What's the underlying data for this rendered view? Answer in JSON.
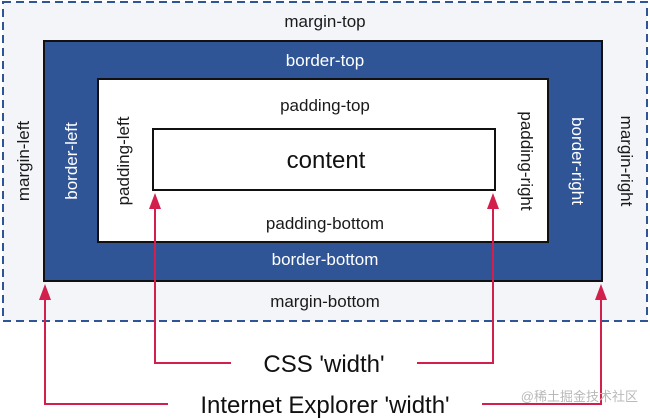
{
  "colors": {
    "border_fill": "#2f5597",
    "margin_fill": "#f3f5f8",
    "margin_dash": "#2f5597",
    "arrow": "#d21f4c",
    "watermark": "#b9b9b9"
  },
  "labels": {
    "margin_top": "margin-top",
    "margin_bottom": "margin-bottom",
    "margin_left": "margin-left",
    "margin_right": "margin-right",
    "border_top": "border-top",
    "border_bottom": "border-bottom",
    "border_left": "border-left",
    "border_right": "border-right",
    "padding_top": "padding-top",
    "padding_bottom": "padding-bottom",
    "padding_left": "padding-left",
    "padding_right": "padding-right",
    "content": "content"
  },
  "captions": {
    "css_width": "CSS 'width'",
    "ie_width": "Internet Explorer 'width'"
  },
  "watermark": "@稀土掘金技术社区"
}
